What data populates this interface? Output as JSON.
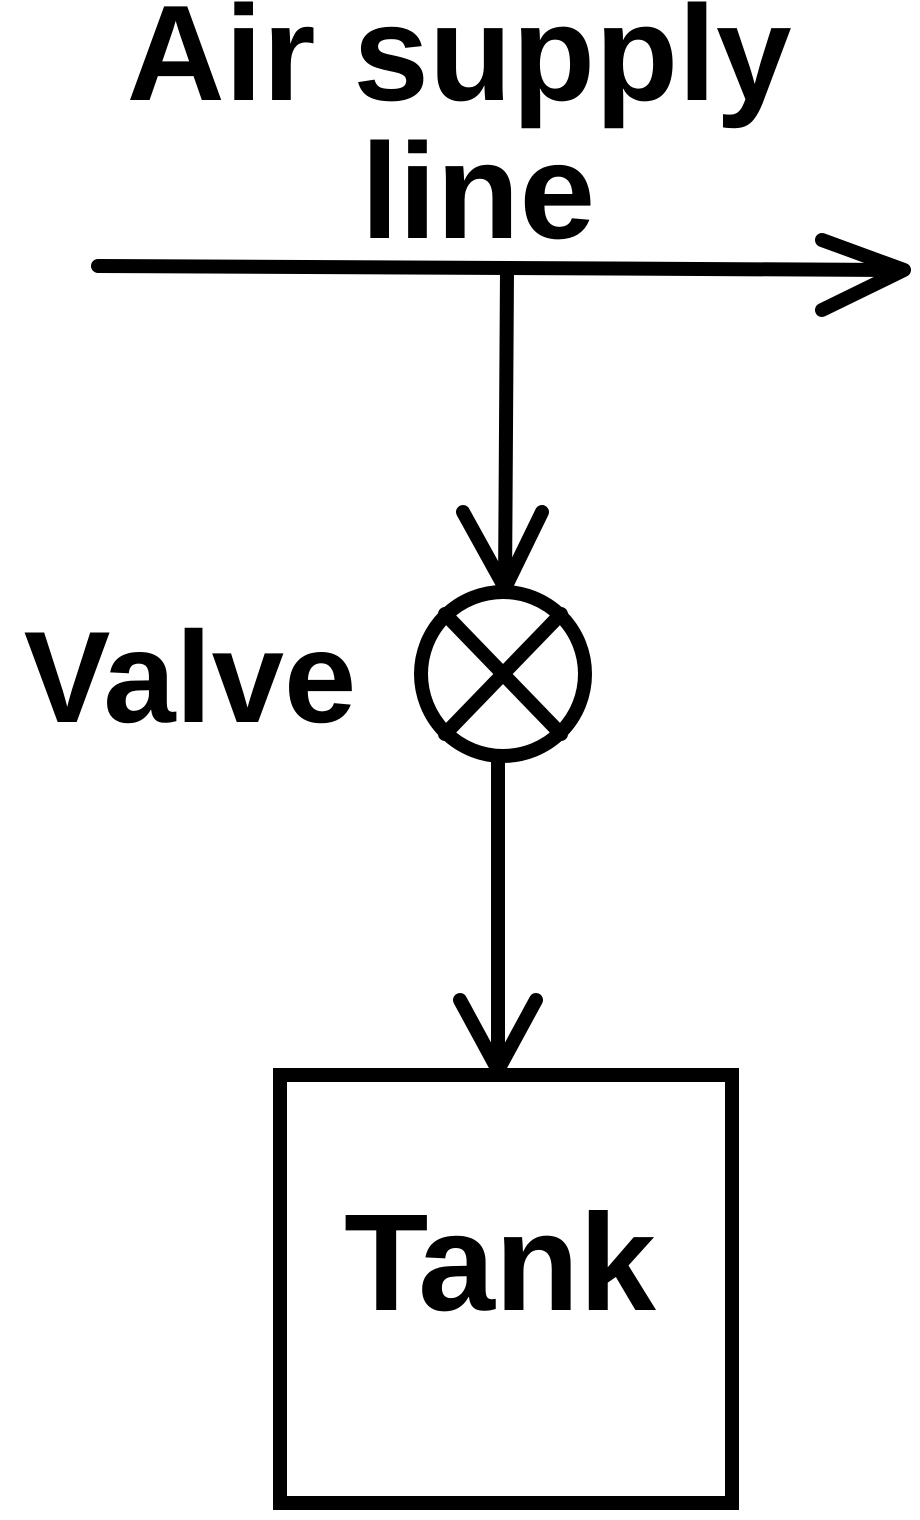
{
  "diagram": {
    "supply_line_label": [
      "Air supply",
      "line"
    ],
    "valve_label": "Valve",
    "tank_label": "Tank"
  }
}
